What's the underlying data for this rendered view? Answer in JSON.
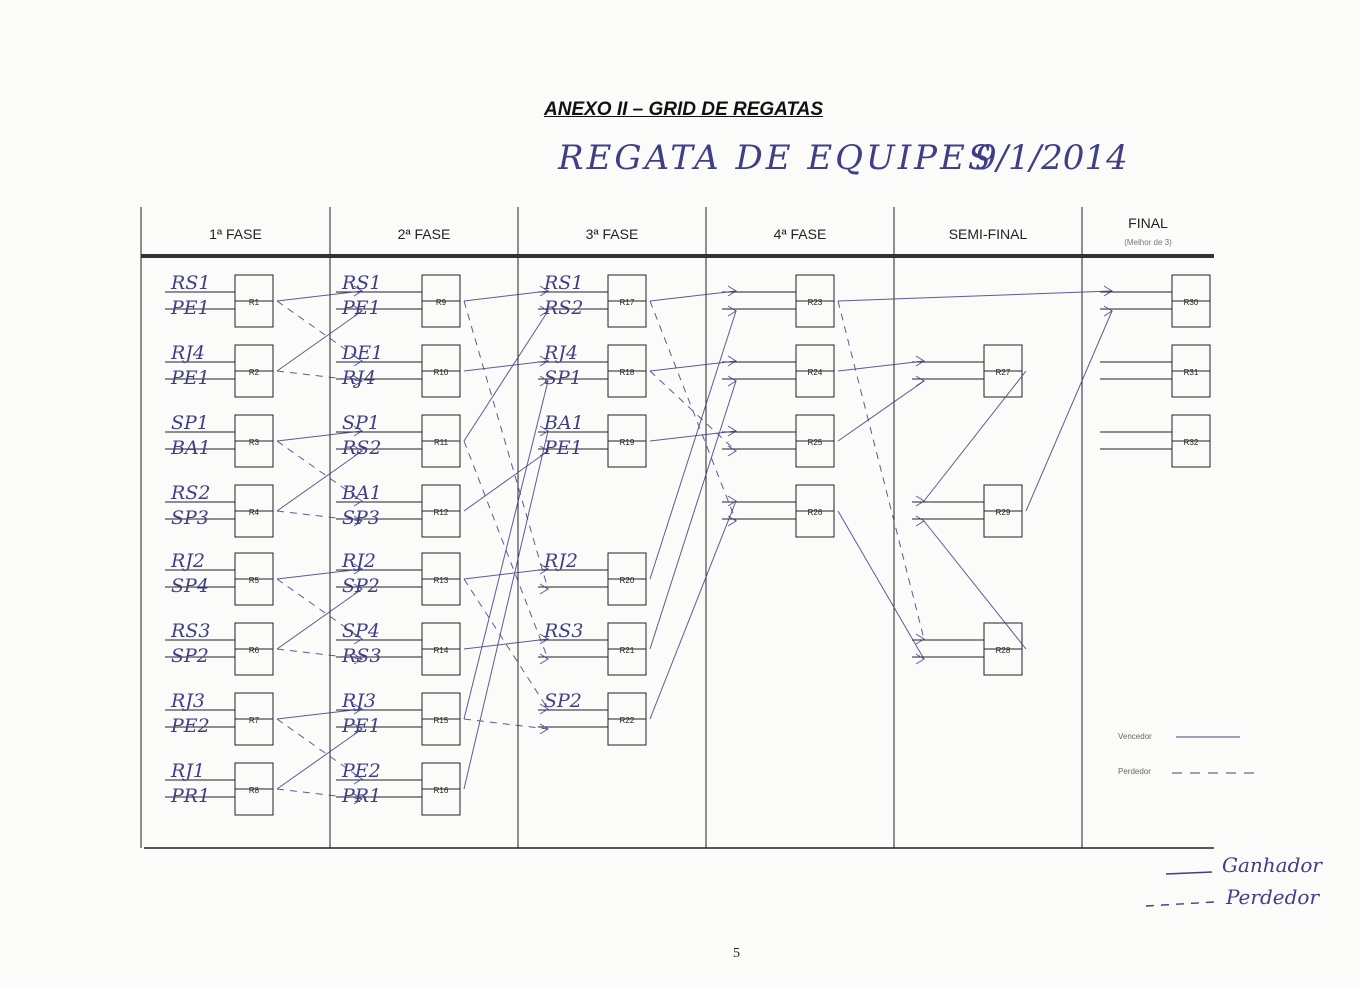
{
  "document": {
    "title": "ANEXO II – GRID DE REGATAS",
    "handwritten_heading": "REGATA DE EQUIPES",
    "handwritten_date": "9/1/2014",
    "page_number": "5"
  },
  "phases": [
    {
      "label": "1ª FASE"
    },
    {
      "label": "2ª FASE"
    },
    {
      "label": "3ª FASE"
    },
    {
      "label": "4ª FASE"
    },
    {
      "label": "SEMI-FINAL"
    },
    {
      "label": "FINAL",
      "note": "(Melhor de 3)"
    }
  ],
  "columns": [
    {
      "races": [
        {
          "id": "R1",
          "teams": [
            "RS1",
            "PE1"
          ]
        },
        {
          "id": "R2",
          "teams": [
            "RJ4",
            "PE1"
          ]
        },
        {
          "id": "R3",
          "teams": [
            "SP1",
            "BA1"
          ]
        },
        {
          "id": "R4",
          "teams": [
            "RS2",
            "SP3"
          ]
        },
        {
          "id": "R5",
          "teams": [
            "RJ2",
            "SP4"
          ]
        },
        {
          "id": "R6",
          "teams": [
            "RS3",
            "SP2"
          ]
        },
        {
          "id": "R7",
          "teams": [
            "RJ3",
            "PE2"
          ]
        },
        {
          "id": "R8",
          "teams": [
            "RJ1",
            "PR1"
          ]
        }
      ]
    },
    {
      "races": [
        {
          "id": "R9",
          "teams": [
            "RS1",
            "PE1"
          ]
        },
        {
          "id": "R10",
          "teams": [
            "DE1",
            "RJ4"
          ]
        },
        {
          "id": "R11",
          "teams": [
            "SP1",
            "RS2"
          ]
        },
        {
          "id": "R12",
          "teams": [
            "BA1",
            "SP3"
          ]
        },
        {
          "id": "R13",
          "teams": [
            "RJ2",
            "SP2"
          ]
        },
        {
          "id": "R14",
          "teams": [
            "SP4",
            "RS3"
          ]
        },
        {
          "id": "R15",
          "teams": [
            "RJ3",
            "PE1"
          ]
        },
        {
          "id": "R16",
          "teams": [
            "PE2",
            "PR1"
          ]
        }
      ]
    },
    {
      "races": [
        {
          "id": "R17",
          "teams": [
            "RS1",
            "RS2"
          ]
        },
        {
          "id": "R18",
          "teams": [
            "RJ4",
            "SP1"
          ]
        },
        {
          "id": "R19",
          "teams": [
            "BA1",
            "PE1"
          ]
        },
        {
          "id": "R20",
          "teams": [
            "RJ2",
            ""
          ]
        },
        {
          "id": "R21",
          "teams": [
            "RS3",
            ""
          ]
        },
        {
          "id": "R22",
          "teams": [
            "SP2",
            ""
          ]
        }
      ]
    },
    {
      "races": [
        {
          "id": "R23",
          "teams": [
            "",
            ""
          ]
        },
        {
          "id": "R24",
          "teams": [
            "",
            ""
          ]
        },
        {
          "id": "R25",
          "teams": [
            "",
            ""
          ]
        },
        {
          "id": "R26",
          "teams": [
            "",
            ""
          ]
        }
      ]
    },
    {
      "races": [
        {
          "id": "R27",
          "teams": [
            "",
            ""
          ]
        },
        {
          "id": "R28",
          "teams": [
            "",
            ""
          ]
        },
        {
          "id": "R29",
          "teams": [
            "",
            ""
          ]
        }
      ]
    },
    {
      "races": [
        {
          "id": "R30",
          "teams": [
            "",
            ""
          ]
        },
        {
          "id": "R31",
          "teams": [
            "",
            ""
          ]
        },
        {
          "id": "R32",
          "teams": [
            "",
            ""
          ]
        }
      ]
    }
  ],
  "legend_printed": {
    "winner": "Vencedor",
    "loser": "Perdedor"
  },
  "legend_handwritten": {
    "winner": "Ganhador",
    "loser": "Perdedor"
  },
  "colors": {
    "ink": "#3e3f86",
    "print": "#222222",
    "paper": "#fbfbf9"
  }
}
